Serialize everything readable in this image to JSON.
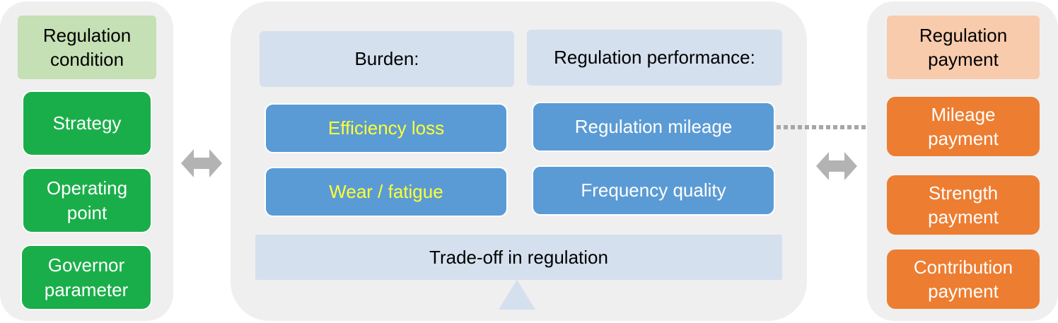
{
  "left": {
    "header": "Regulation condition",
    "items": [
      "Strategy",
      "Operating point",
      "Governor parameter"
    ]
  },
  "center": {
    "burden_header": "Burden:",
    "performance_header": "Regulation performance:",
    "burden_items": [
      "Efficiency loss",
      "Wear / fatigue"
    ],
    "performance_items": [
      "Regulation mileage",
      "Frequency quality"
    ],
    "tradeoff": "Trade-off in regulation"
  },
  "right": {
    "header": "Regulation payment",
    "items": [
      "Mileage payment",
      "Strength payment",
      "Contribution payment"
    ]
  },
  "colors": {
    "green": "#1aae4a",
    "blue": "#5b9bd5",
    "orange": "#ed7d31",
    "light_green": "#c5e0b4",
    "light_orange": "#f8cbad",
    "light_blue": "#d5e0ee",
    "panel": "#efefef",
    "highlight_text": "#ffff33"
  }
}
